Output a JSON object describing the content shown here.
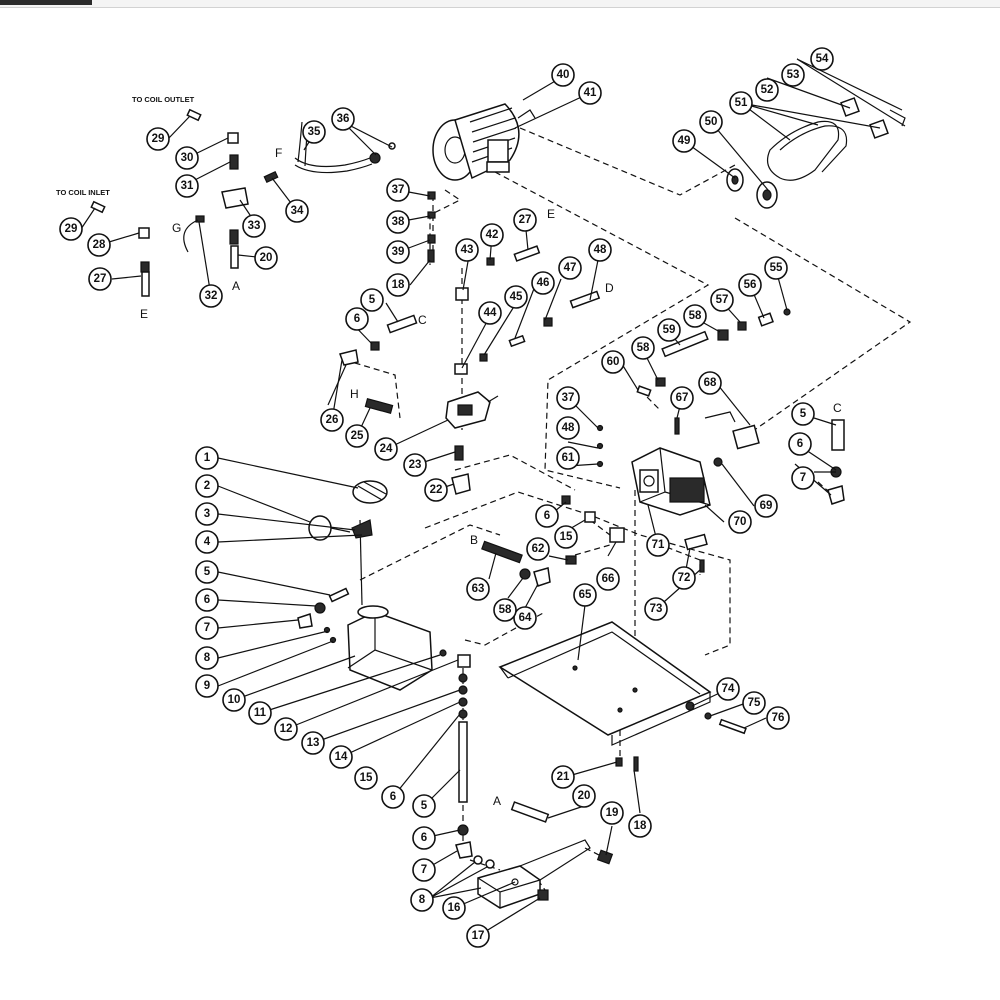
{
  "notes": {
    "coil_outlet": "TO COIL OUTLET",
    "coil_inlet": "TO COIL INLET"
  },
  "letters": {
    "A": "A",
    "B": "B",
    "C": "C",
    "D": "D",
    "E": "E",
    "F": "F",
    "G": "G",
    "H": "H"
  },
  "callouts": {
    "c1": "1",
    "c2": "2",
    "c3": "3",
    "c4": "4",
    "c5": "5",
    "c6": "6",
    "c7": "7",
    "c8": "8",
    "c9": "9",
    "c10": "10",
    "c11": "11",
    "c12": "12",
    "c13": "13",
    "c14": "14",
    "c15": "15",
    "c16": "16",
    "c17": "17",
    "c18": "18",
    "c19": "19",
    "c20": "20",
    "c21": "21",
    "c22": "22",
    "c23": "23",
    "c24": "24",
    "c25": "25",
    "c26": "26",
    "c27": "27",
    "c28": "28",
    "c29": "29",
    "c30": "30",
    "c31": "31",
    "c32": "32",
    "c33": "33",
    "c34": "34",
    "c35": "35",
    "c36": "36",
    "c37": "37",
    "c38": "38",
    "c39": "39",
    "c40": "40",
    "c41": "41",
    "c42": "42",
    "c43": "43",
    "c44": "44",
    "c45": "45",
    "c46": "46",
    "c47": "47",
    "c48": "48",
    "c49": "49",
    "c50": "50",
    "c51": "51",
    "c52": "52",
    "c53": "53",
    "c54": "54",
    "c55": "55",
    "c56": "56",
    "c57": "57",
    "c58": "58",
    "c59": "59",
    "c60": "60",
    "c61": "61",
    "c62": "62",
    "c63": "63",
    "c64": "64",
    "c65": "65",
    "c66": "66",
    "c67": "67",
    "c68": "68",
    "c69": "69",
    "c70": "70",
    "c71": "71",
    "c72": "72",
    "c73": "73",
    "c74": "74",
    "c75": "75",
    "c76": "76"
  }
}
